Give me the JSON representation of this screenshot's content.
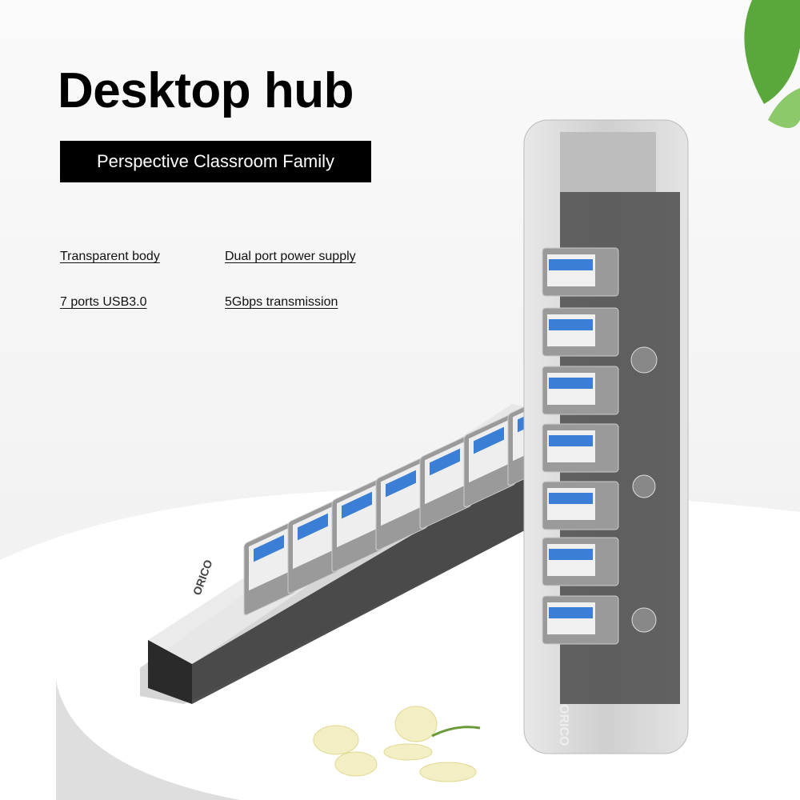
{
  "header": {
    "title": "Desktop hub",
    "subtitle": "Perspective Classroom Family"
  },
  "features": [
    {
      "label": "Transparent body"
    },
    {
      "label": "Dual port power supply"
    },
    {
      "label": "7 ports USB3.0"
    },
    {
      "label": "5Gbps transmission"
    }
  ],
  "product": {
    "brand_logo": "ORICO",
    "port_count": 7,
    "port_color": "#3a7fd5"
  }
}
